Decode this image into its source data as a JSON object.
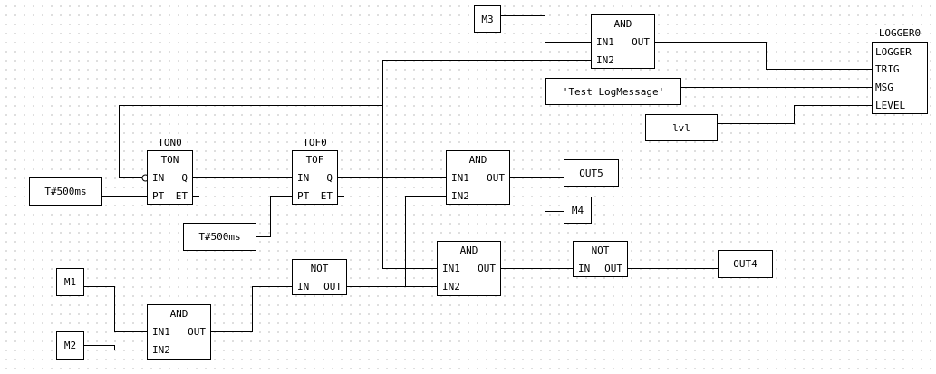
{
  "variables": {
    "m3": "M3",
    "test_log_message": "'Test LogMessage'",
    "lvl": "lvl",
    "t500ms_ton": "T#500ms",
    "t500ms_tof": "T#500ms",
    "out5": "OUT5",
    "m4": "M4",
    "m1": "M1",
    "m2": "M2",
    "out4": "OUT4"
  },
  "blocks": {
    "and_top": {
      "type": "AND",
      "in1": "IN1",
      "in2": "IN2",
      "out": "OUT"
    },
    "logger": {
      "instance": "LOGGER0",
      "type": "LOGGER",
      "trig": "TRIG",
      "msg": "MSG",
      "level": "LEVEL"
    },
    "ton": {
      "instance": "TON0",
      "type": "TON",
      "in": "IN",
      "pt": "PT",
      "q": "Q",
      "et": "ET"
    },
    "tof": {
      "instance": "TOF0",
      "type": "TOF",
      "in": "IN",
      "pt": "PT",
      "q": "Q",
      "et": "ET"
    },
    "and_mid": {
      "type": "AND",
      "in1": "IN1",
      "in2": "IN2",
      "out": "OUT"
    },
    "and_low": {
      "type": "AND",
      "in1": "IN1",
      "in2": "IN2",
      "out": "OUT"
    },
    "not_right": {
      "type": "NOT",
      "in": "IN",
      "out": "OUT"
    },
    "not_left": {
      "type": "NOT",
      "in": "IN",
      "out": "OUT"
    },
    "and_bottom": {
      "type": "AND",
      "in1": "IN1",
      "in2": "IN2",
      "out": "OUT"
    }
  }
}
